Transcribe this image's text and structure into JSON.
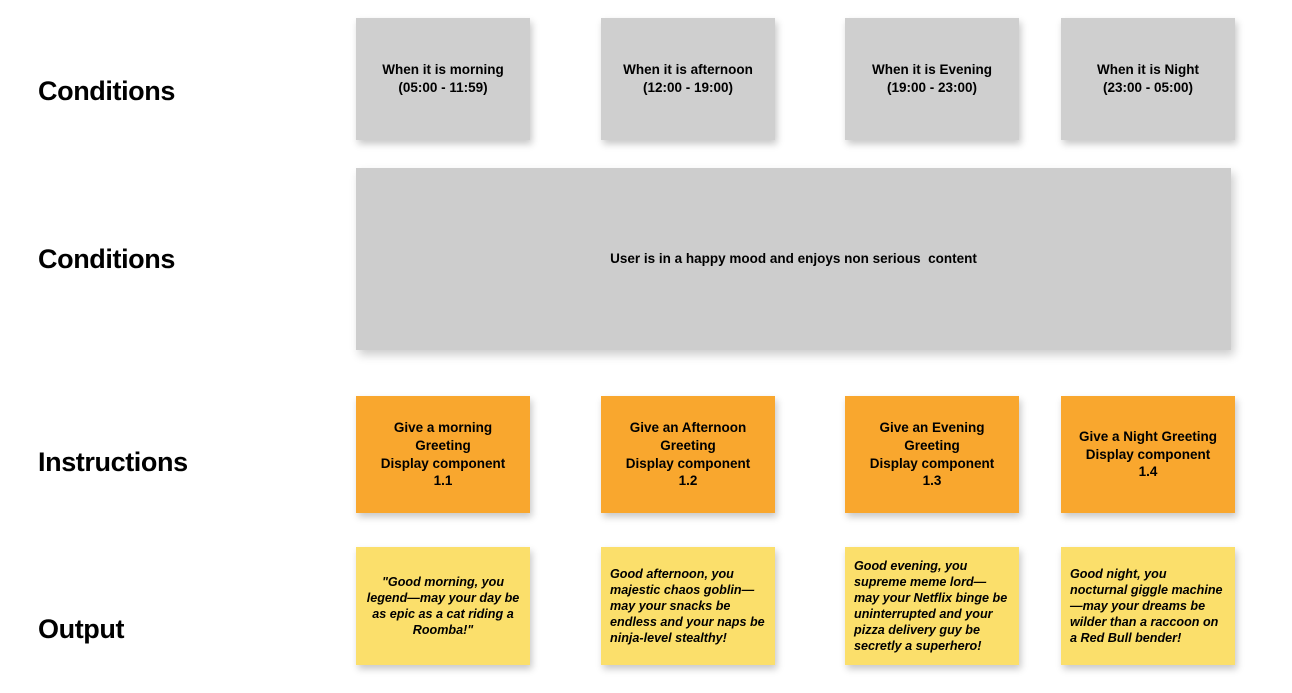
{
  "rows": {
    "conditions_time_label": "Conditions",
    "conditions_mood_label": "Conditions",
    "instructions_label": "Instructions",
    "output_label": "Output"
  },
  "colors": {
    "background": "#ffffff",
    "condition_card": "#cfcfcf",
    "condition_banner": "#cdcdcd",
    "instruction_card": "#f9a72e",
    "output_card": "#fbdf6b",
    "text": "#000000"
  },
  "conditions_time": [
    {
      "text": "When it is morning\n(05:00 - 11:59)"
    },
    {
      "text": "When it is afternoon\n(12:00 - 19:00)"
    },
    {
      "text": "When it is Evening\n(19:00 - 23:00)"
    },
    {
      "text": "When it is Night\n(23:00 - 05:00)"
    }
  ],
  "conditions_mood": {
    "text": "User is in a happy mood and enjoys non serious  content"
  },
  "instructions": [
    {
      "text": "Give a morning\nGreeting\nDisplay component\n1.1"
    },
    {
      "text": "Give an Afternoon\nGreeting\nDisplay component\n1.2"
    },
    {
      "text": "Give an Evening\nGreeting\nDisplay component\n1.3"
    },
    {
      "text": "Give a Night Greeting\nDisplay component\n1.4"
    }
  ],
  "outputs": [
    {
      "text": "\"Good morning, you legend—may your day be as epic as a cat riding a Roomba!\""
    },
    {
      "text": "Good afternoon, you majestic chaos goblin—may your snacks be endless and your naps be ninja-level stealthy!"
    },
    {
      "text": "Good evening, you supreme meme lord—may your Netflix binge be uninterrupted and your pizza delivery guy be secretly a superhero!"
    },
    {
      "text": "Good night, you nocturnal giggle machine—may your dreams be wilder than a raccoon on a Red Bull bender!"
    }
  ]
}
